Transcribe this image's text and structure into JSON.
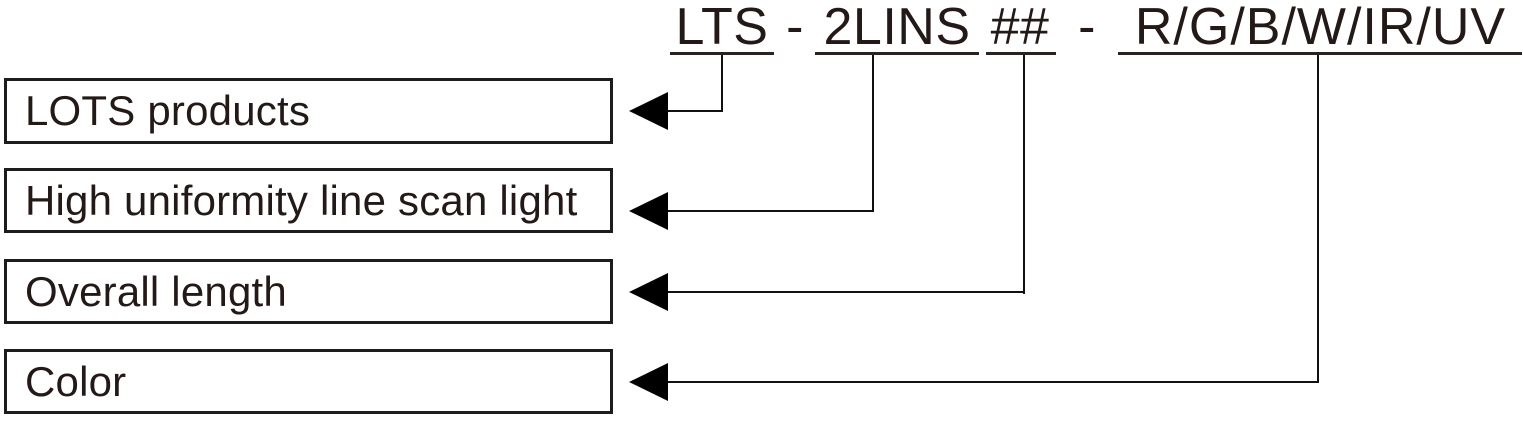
{
  "code": {
    "full_code": "LTS - 2LINS ## - R/G/B/W/IR/UV",
    "segments": [
      {
        "text": "LTS",
        "underlined": true
      },
      {
        "text": "2LINS",
        "underlined": true
      },
      {
        "text": "##",
        "underlined": true
      },
      {
        "text": "R/G/B/W/IR/UV",
        "underlined": true
      }
    ],
    "separators": [
      "-",
      "-"
    ]
  },
  "legend_rows": [
    {
      "label": "LOTS products",
      "maps_to_segment": "LTS"
    },
    {
      "label": "High uniformity line scan light",
      "maps_to_segment": "2LINS"
    },
    {
      "label": "Overall length",
      "maps_to_segment": "##"
    },
    {
      "label": "Color",
      "maps_to_segment": "R/G/B/W/IR/UV"
    }
  ],
  "colors": {
    "text": "#231916",
    "connector_line": "#111111",
    "arrowhead": "#000000",
    "box_border": "#1c1c1c",
    "background": "#ffffff"
  }
}
